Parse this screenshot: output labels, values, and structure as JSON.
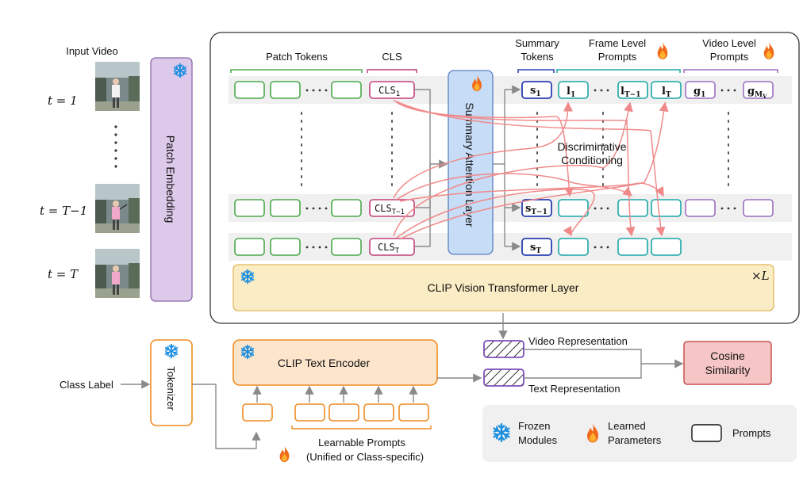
{
  "input": {
    "title": "Input Video",
    "t_first": "t = 1",
    "t_prev": "t = T−1",
    "t_last": "t = T"
  },
  "patch_embedding": {
    "label": "Patch Embedding"
  },
  "token_groups": {
    "patch_tokens": "Patch Tokens",
    "cls": "CLS",
    "summary_tokens_line1": "Summary",
    "summary_tokens_line2": "Tokens",
    "frame_prompts_line1": "Frame Level",
    "frame_prompts_line2": "Prompts",
    "video_prompts_line1": "Video Level",
    "video_prompts_line2": "Prompts"
  },
  "tokens": {
    "cls_1": "CLS",
    "cls_1_sub": "1",
    "cls_prev": "CLS",
    "cls_prev_sub": "T−1",
    "cls_last": "CLS",
    "cls_last_sub": "T",
    "s_1": "s",
    "s_1_sub": "1",
    "s_prev": "s",
    "s_prev_sub": "T−1",
    "s_last": "s",
    "s_last_sub": "T",
    "l_1": "l",
    "l_1_sub": "1",
    "l_prev": "l",
    "l_prev_sub": "T−1",
    "l_last": "l",
    "l_last_sub": "T",
    "g_1": "g",
    "g_1_sub": "1",
    "g_last": "g",
    "g_last_sub": "M",
    "g_last_subsub": "V"
  },
  "summary_attention": {
    "label": "Summary Attention Layer"
  },
  "discriminative": {
    "line1": "Discriminative",
    "line2": "Conditioning"
  },
  "vision_layer": {
    "label": "CLIP Vision Transformer Layer",
    "times": "×L"
  },
  "text_branch": {
    "class_label": "Class Label",
    "tokenizer": "Tokenizer",
    "text_encoder": "CLIP Text Encoder",
    "learnable_line1": "Learnable Prompts",
    "learnable_line2": "(Unified or Class-specific)"
  },
  "outputs": {
    "video_repr": "Video Representation",
    "text_repr": "Text Representation",
    "cosine_line1": "Cosine",
    "cosine_line2": "Similarity"
  },
  "legend": {
    "frozen_line1": "Frozen",
    "frozen_line2": "Modules",
    "learned_line1": "Learned",
    "learned_line2": "Parameters",
    "prompts": "Prompts"
  },
  "colors": {
    "patch": "#4aa84a",
    "cls": "#c2407a",
    "summary": "#2a3fb0",
    "frame": "#1aa6a6",
    "video": "#9b6fc0",
    "pink_line": "#f08a8a",
    "patch_embed_fill": "#ddc9ea",
    "patch_embed_stroke": "#8a6aa8",
    "attn_fill": "#c7dcf6",
    "attn_stroke": "#5a7fc0",
    "vision_fill": "#faecc4",
    "vision_stroke": "#e0b85a",
    "text_fill": "#fde5cc",
    "orange": "#ef8c22",
    "cosine_fill": "#f6c6c6",
    "cosine_stroke": "#c85050",
    "snow": "#1e8fe0",
    "flame": "#f06a1a"
  }
}
